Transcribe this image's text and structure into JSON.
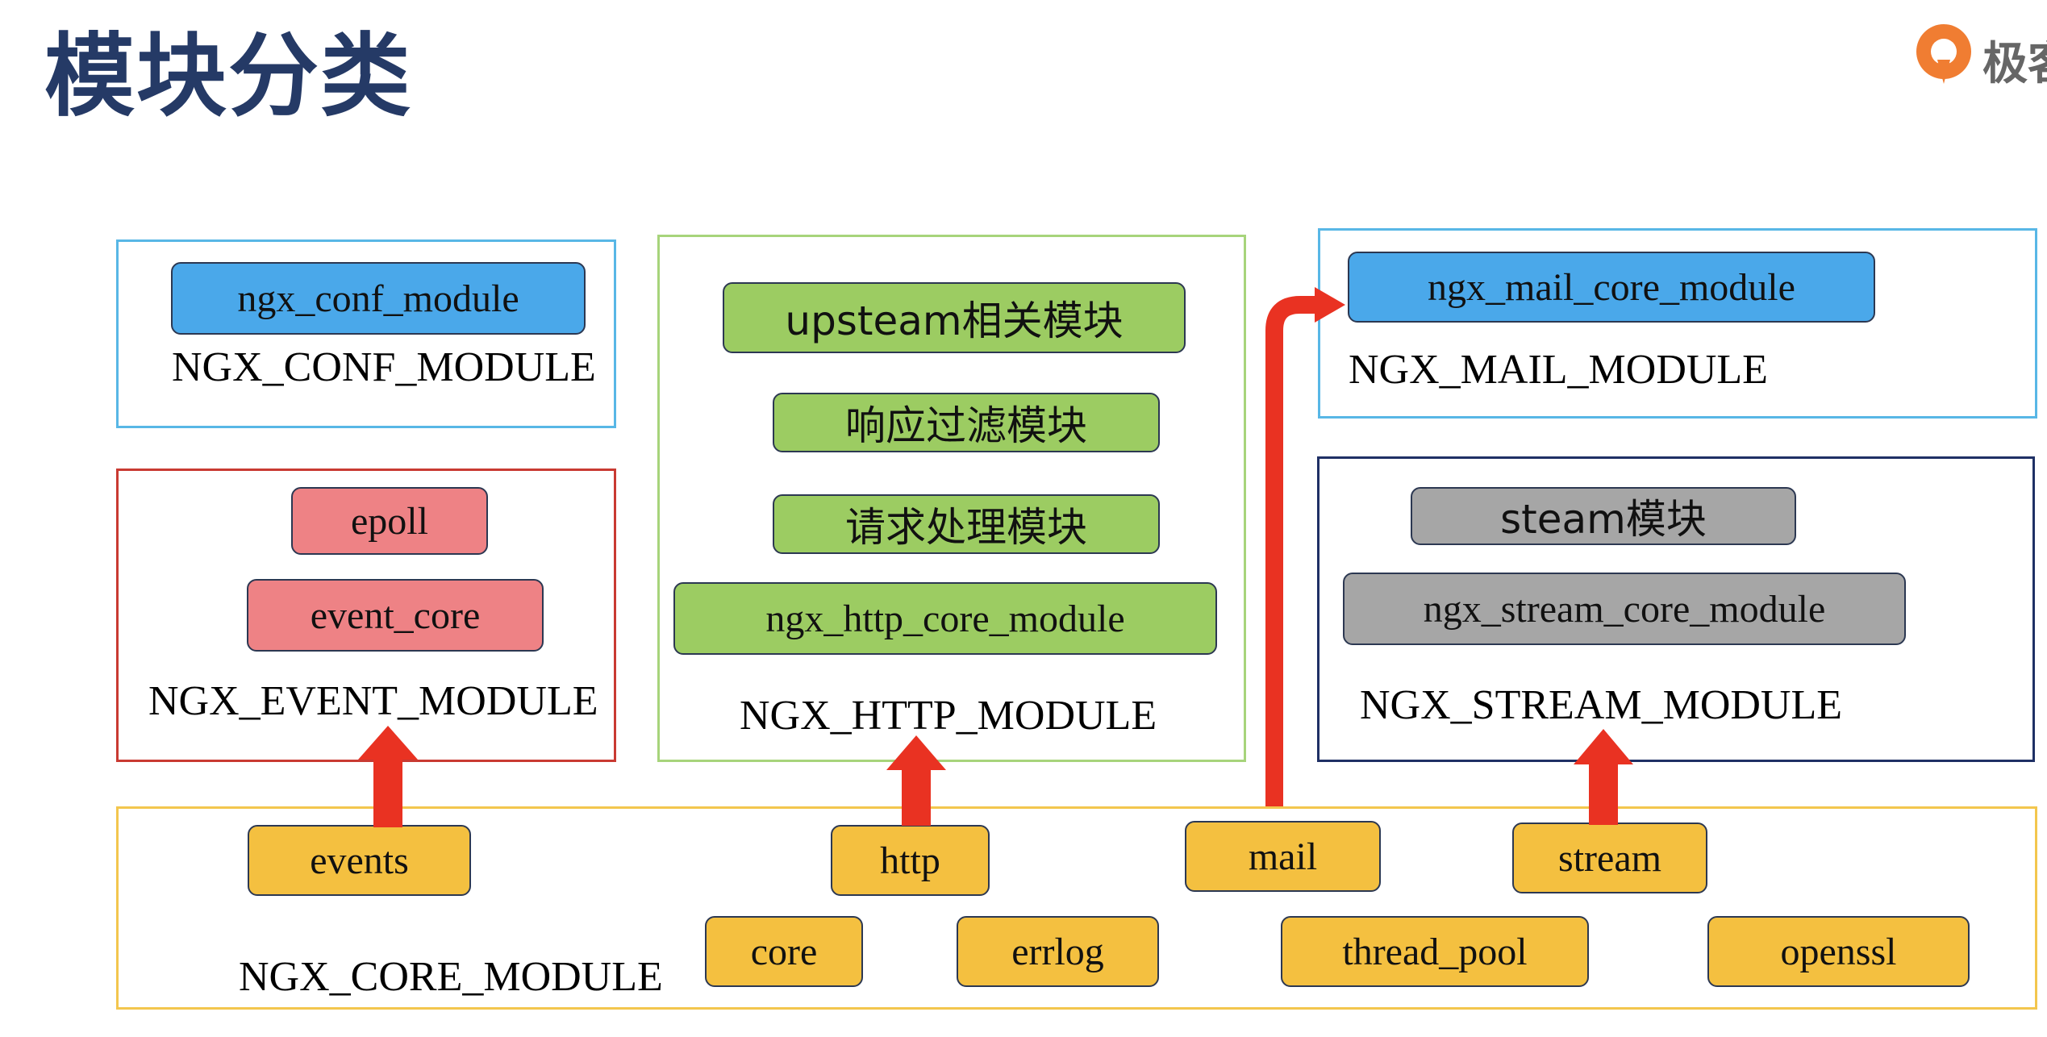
{
  "title": "模块分类",
  "brand": {
    "text": "极客",
    "logo_color": "#f07d32"
  },
  "colors": {
    "blue": "#4aa8ea",
    "green": "#9ccc62",
    "pink": "#ee8285",
    "grey": "#a6a6a6",
    "orange": "#f4c040",
    "arrow": "#e93222"
  },
  "conf_group": {
    "module": "ngx_conf_module",
    "label": "NGX_CONF_MODULE"
  },
  "event_group": {
    "items": [
      "epoll",
      "event_core"
    ],
    "label": "NGX_EVENT_MODULE"
  },
  "http_group": {
    "items": [
      "upsteam相关模块",
      "响应过滤模块",
      "请求处理模块",
      "ngx_http_core_module"
    ],
    "label": "NGX_HTTP_MODULE"
  },
  "mail_group": {
    "module": "ngx_mail_core_module",
    "label": "NGX_MAIL_MODULE"
  },
  "stream_group": {
    "items": [
      "steam模块",
      "ngx_stream_core_module"
    ],
    "label": "NGX_STREAM_MODULE"
  },
  "core_group": {
    "items": [
      "events",
      "http",
      "mail",
      "stream",
      "core",
      "errlog",
      "thread_pool",
      "openssl"
    ],
    "label": "NGX_CORE_MODULE"
  }
}
